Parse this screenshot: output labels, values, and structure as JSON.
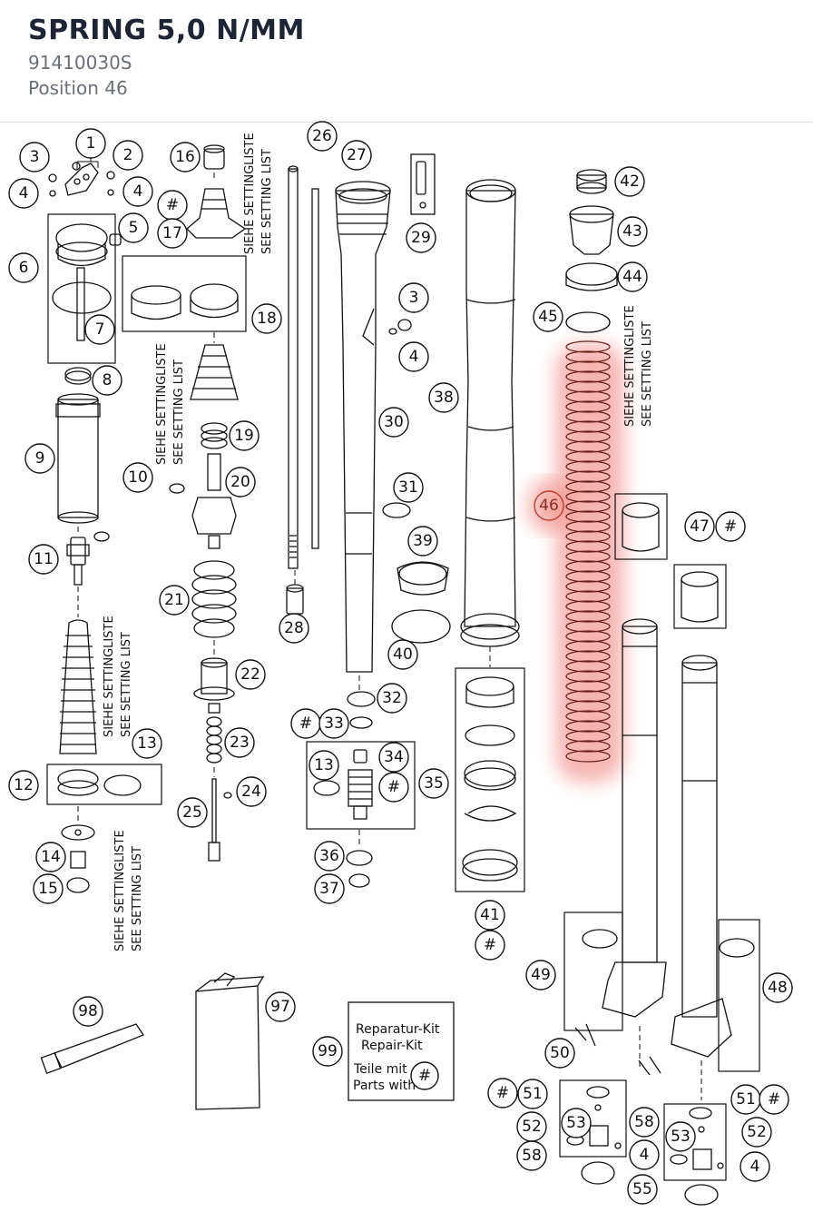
{
  "header": {
    "title": "SPRING 5,0 N/MM",
    "part_number": "91410030S",
    "position": "Position 46"
  },
  "setting_list": {
    "de": "SIEHE SETTINGLISTE",
    "en": "SEE SETTING LIST"
  },
  "kit_box": {
    "line1": "Reparatur-Kit",
    "line2": "Repair-Kit",
    "line3": "Teile mit",
    "line4": "Parts with",
    "symbol": "#"
  },
  "highlight_color": "#f07a72",
  "callouts": [
    {
      "label": "1"
    },
    {
      "label": "2"
    },
    {
      "label": "3"
    },
    {
      "label": "4"
    },
    {
      "label": "4"
    },
    {
      "label": "5"
    },
    {
      "label": "6"
    },
    {
      "label": "7"
    },
    {
      "label": "8"
    },
    {
      "label": "9"
    },
    {
      "label": "10"
    },
    {
      "label": "11"
    },
    {
      "label": "12"
    },
    {
      "label": "13"
    },
    {
      "label": "14"
    },
    {
      "label": "15"
    },
    {
      "label": "16"
    },
    {
      "label": "#"
    },
    {
      "label": "17"
    },
    {
      "label": "18"
    },
    {
      "label": "19"
    },
    {
      "label": "20"
    },
    {
      "label": "21"
    },
    {
      "label": "22"
    },
    {
      "label": "23"
    },
    {
      "label": "24"
    },
    {
      "label": "25"
    },
    {
      "label": "26"
    },
    {
      "label": "27"
    },
    {
      "label": "28"
    },
    {
      "label": "29"
    },
    {
      "label": "30"
    },
    {
      "label": "3"
    },
    {
      "label": "4"
    },
    {
      "label": "31"
    },
    {
      "label": "32"
    },
    {
      "label": "#"
    },
    {
      "label": "33"
    },
    {
      "label": "13"
    },
    {
      "label": "34"
    },
    {
      "label": "#"
    },
    {
      "label": "35"
    },
    {
      "label": "36"
    },
    {
      "label": "37"
    },
    {
      "label": "38"
    },
    {
      "label": "39"
    },
    {
      "label": "40"
    },
    {
      "label": "41"
    },
    {
      "label": "#"
    },
    {
      "label": "42"
    },
    {
      "label": "43"
    },
    {
      "label": "44"
    },
    {
      "label": "45"
    },
    {
      "label": "46"
    },
    {
      "label": "47"
    },
    {
      "label": "#"
    },
    {
      "label": "48"
    },
    {
      "label": "49"
    },
    {
      "label": "50"
    },
    {
      "label": "#"
    },
    {
      "label": "51"
    },
    {
      "label": "52"
    },
    {
      "label": "53"
    },
    {
      "label": "58"
    },
    {
      "label": "4"
    },
    {
      "label": "55"
    },
    {
      "label": "58"
    },
    {
      "label": "53"
    },
    {
      "label": "51"
    },
    {
      "label": "#"
    },
    {
      "label": "52"
    },
    {
      "label": "4"
    },
    {
      "label": "97"
    },
    {
      "label": "98"
    },
    {
      "label": "99"
    }
  ]
}
